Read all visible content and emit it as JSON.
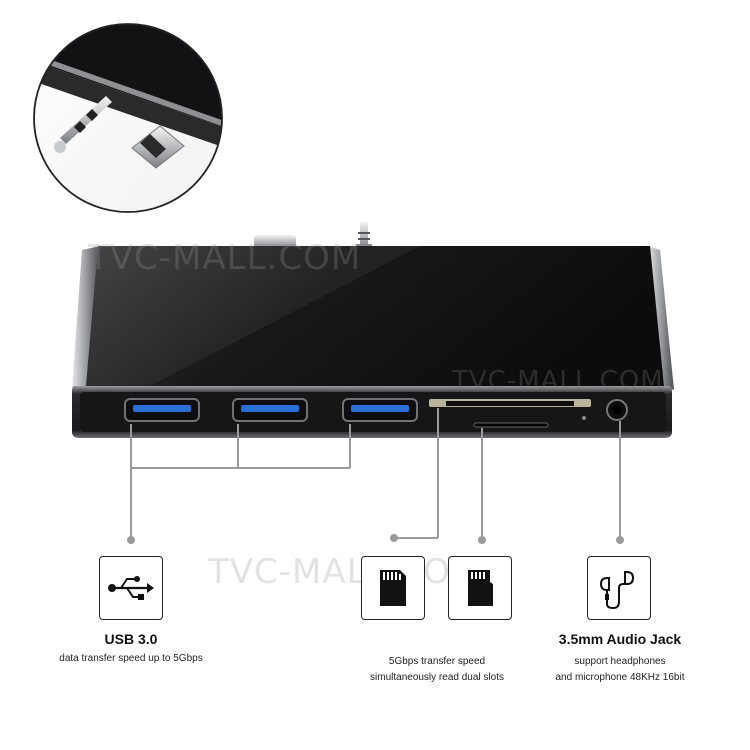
{
  "watermark": "TVC-MALL.COM",
  "features": {
    "usb": {
      "icon": "usb-icon",
      "title": "USB 3.0",
      "desc_line1": "data transfer speed up to 5Gbps"
    },
    "card": {
      "icons": [
        "sd-card-icon",
        "micro-sd-card-icon"
      ],
      "desc_line1": "5Gbps transfer speed",
      "desc_line2": "simultaneously read dual slots"
    },
    "audio": {
      "icon": "earphones-icon",
      "title": "3.5mm Audio Jack",
      "desc_line1": "support headphones",
      "desc_line2": "and microphone 48KHz 16bit"
    }
  },
  "colors": {
    "hub_body": "#1c1c1e",
    "usb_port_blue": "#2a6fd6",
    "callout_line": "#9a9a9a"
  }
}
